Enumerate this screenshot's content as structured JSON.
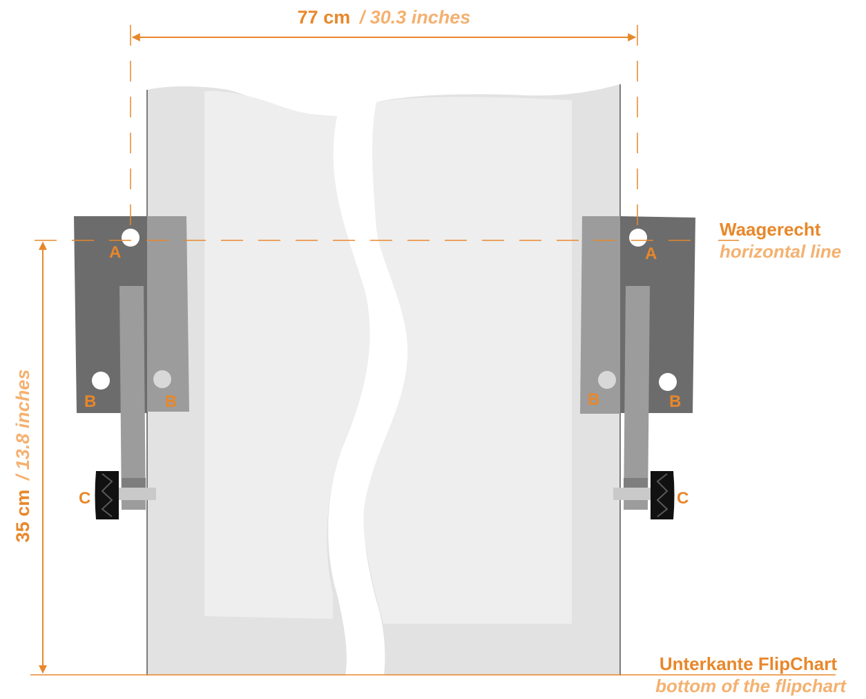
{
  "colors": {
    "accent": "#e8872a",
    "accent_light": "#f4b170",
    "board_outer": "#e2e2e2",
    "board_inner": "#eeeeee",
    "bracket_dark": "#6c6c6c",
    "bracket_light": "#9c9c9c",
    "knob": "#111111"
  },
  "width_dimension": {
    "value": "77 cm",
    "alt": "/ 30.3 inches"
  },
  "height_dimension": {
    "value": "35 cm",
    "alt": "/ 13.8 inches"
  },
  "horizontal_label": {
    "title": "Waagerecht",
    "subtitle": "horizontal line"
  },
  "bottom_label": {
    "title": "Unterkante FlipChart",
    "subtitle": "bottom of the flipchart"
  },
  "markers": {
    "a": "A",
    "b": "B",
    "c": "C"
  }
}
